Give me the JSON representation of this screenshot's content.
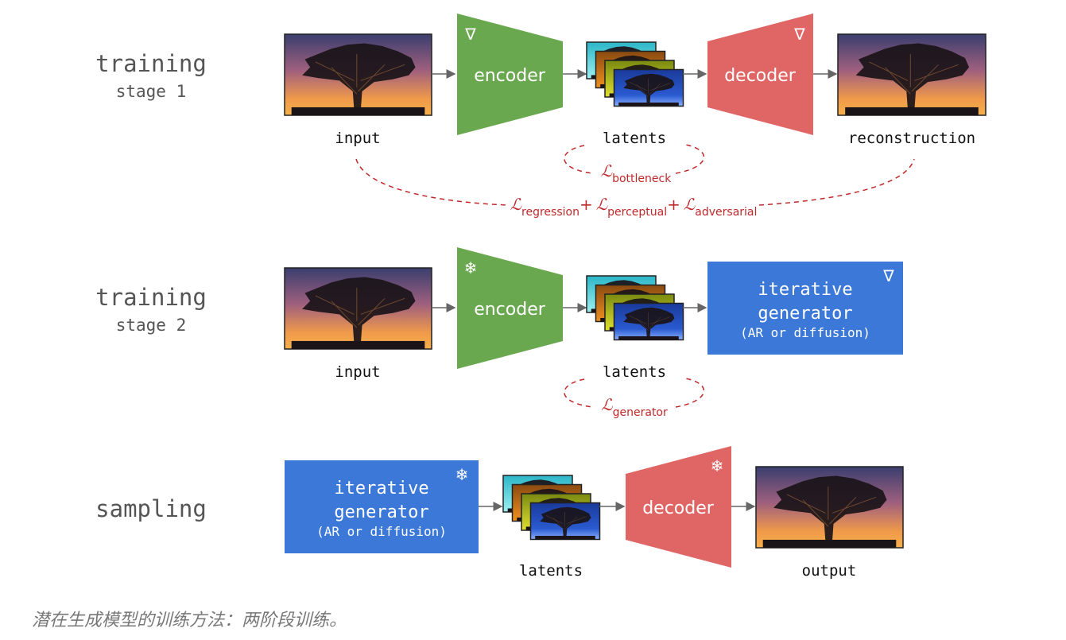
{
  "stage1": {
    "title": "training",
    "subtitle": "stage 1",
    "input": "input",
    "encoder": "encoder",
    "latents": "latents",
    "decoder": "decoder",
    "reconstruction": "reconstruction",
    "encoder_icon": "nabla-icon",
    "decoder_icon": "nabla-icon",
    "bottleneck_loss": {
      "symbol": "ℒ",
      "sub": "bottleneck"
    },
    "recon_loss": {
      "symbol": "ℒ",
      "sub1": "regression",
      "plus": "+",
      "sub2": "perceptual",
      "sub3": "adversarial"
    }
  },
  "stage2": {
    "title": "training",
    "subtitle": "stage 2",
    "input": "input",
    "encoder": "encoder",
    "latents": "latents",
    "encoder_icon": "snowflake-icon",
    "generator_line1": "iterative",
    "generator_line2": "generator",
    "generator_line3": "(AR or diffusion)",
    "generator_icon": "nabla-icon",
    "generator_loss": {
      "symbol": "ℒ",
      "sub": "generator"
    }
  },
  "sampling": {
    "title": "sampling",
    "generator_line1": "iterative",
    "generator_line2": "generator",
    "generator_line3": "(AR or diffusion)",
    "latents": "latents",
    "decoder": "decoder",
    "output": "output"
  },
  "caption": "潜在生成模型的训练方法：两阶段训练。",
  "colors": {
    "encoder": "#6aa84f",
    "decoder": "#e06666",
    "generator": "#3c78d8",
    "loss": "#c0282a"
  }
}
